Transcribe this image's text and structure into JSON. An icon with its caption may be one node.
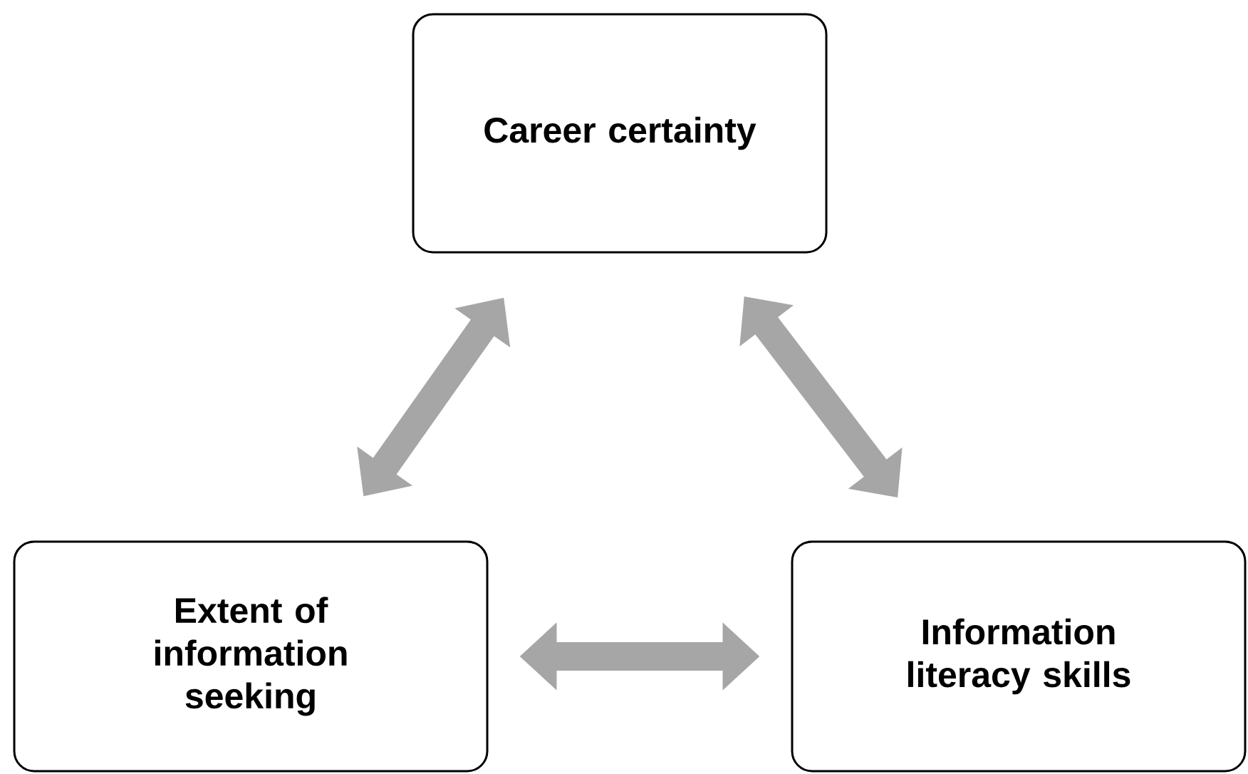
{
  "diagram": {
    "nodes": [
      {
        "text": [
          "Career certainty"
        ]
      },
      {
        "text": [
          "Extent of information seeking"
        ]
      },
      {
        "text": [
          "Information literacy skills"
        ]
      }
    ],
    "edges": [
      {
        "from": 0,
        "to": 1,
        "arrow": "both"
      },
      {
        "from": 0,
        "to": 2,
        "arrow": "both"
      },
      {
        "from": 1,
        "to": 2,
        "arrow": "both"
      }
    ]
  }
}
